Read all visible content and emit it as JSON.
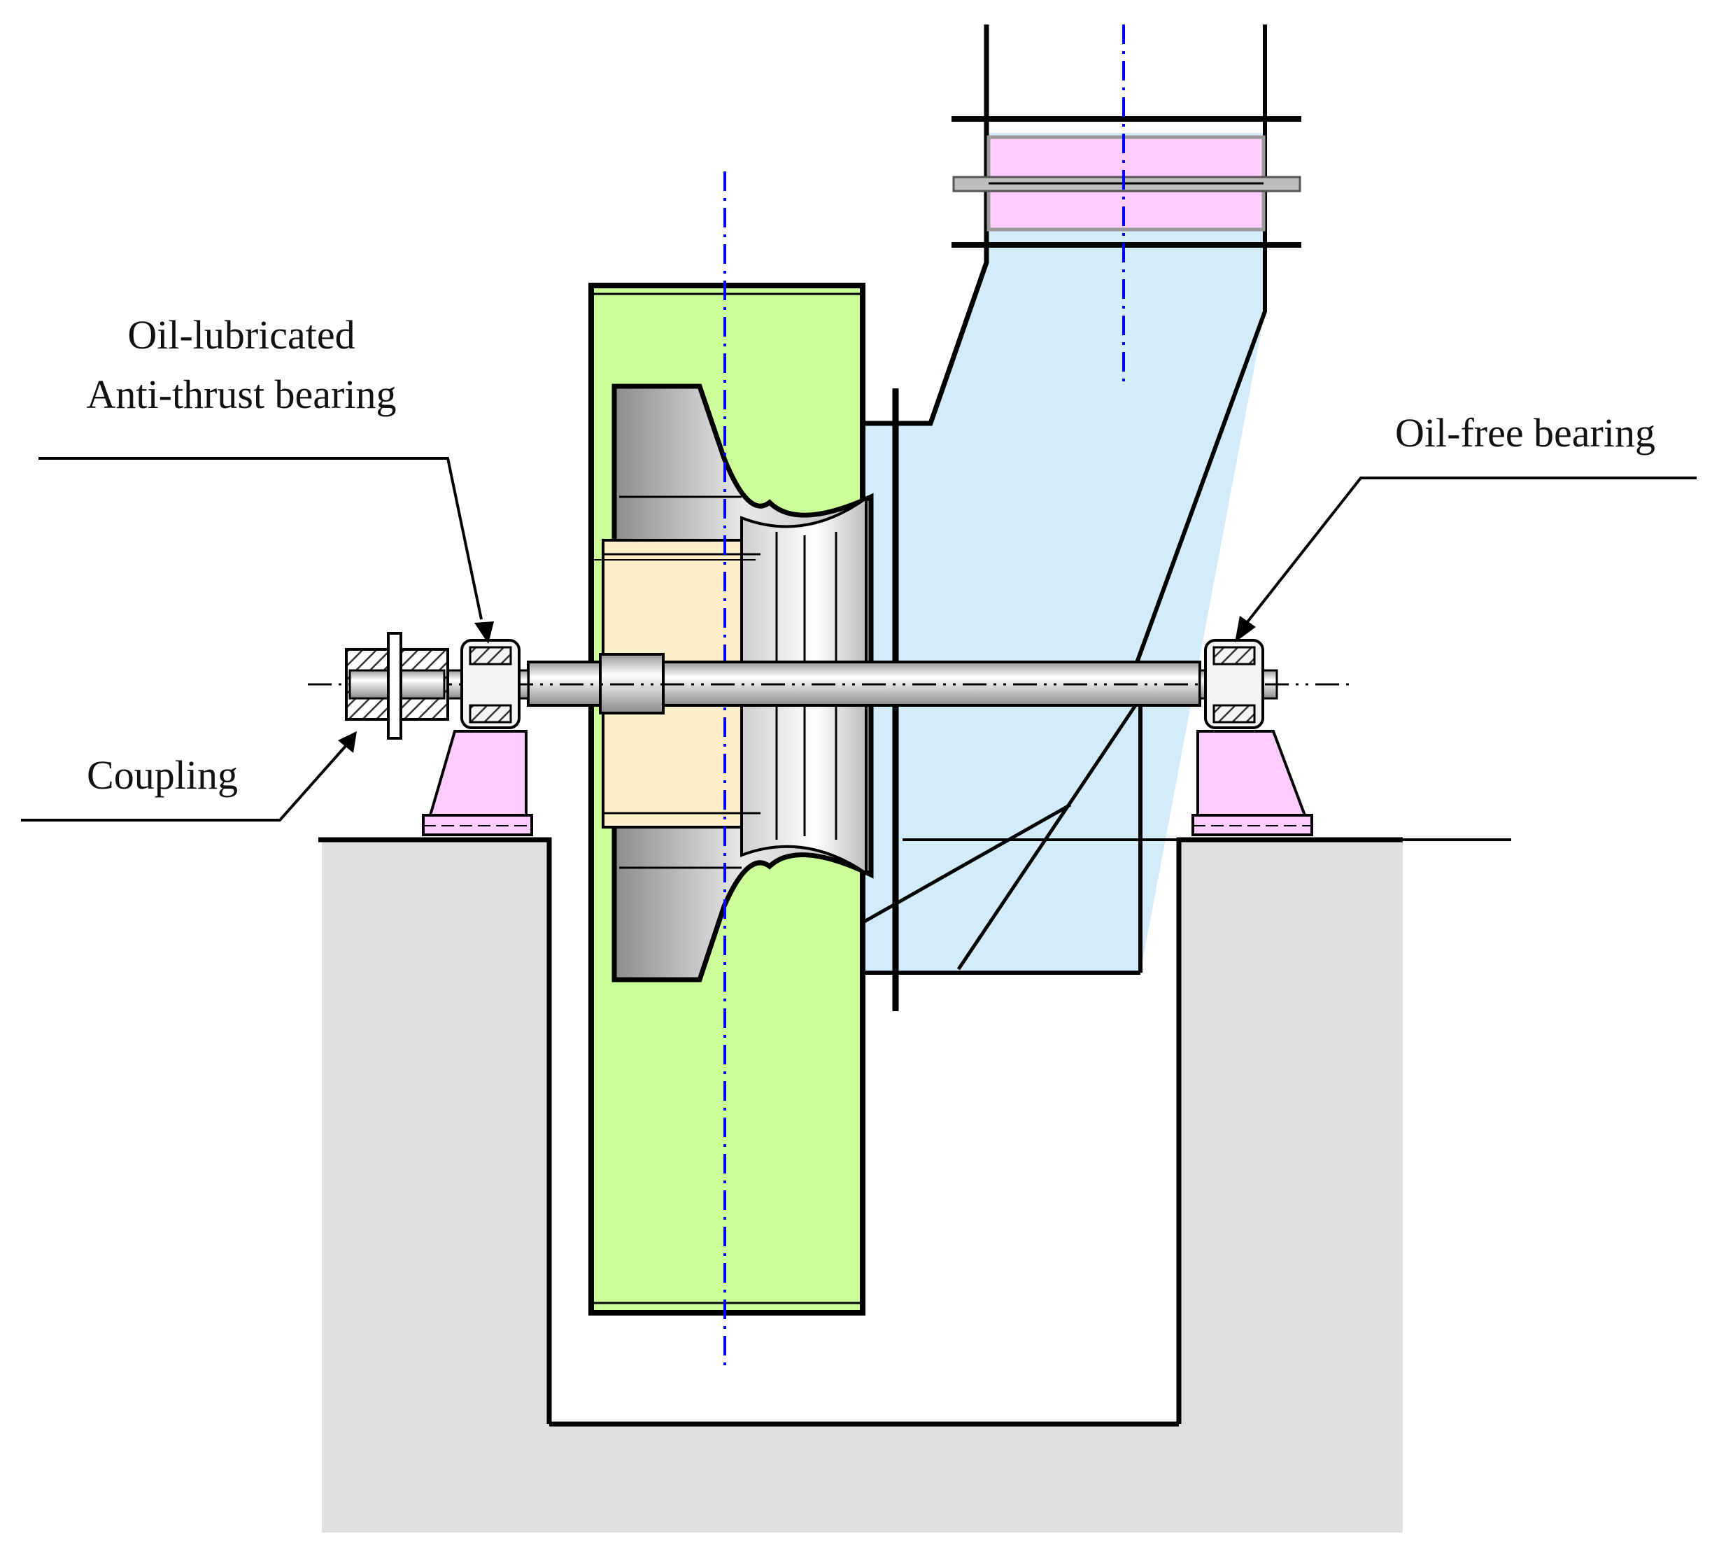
{
  "labels": {
    "oil_lubricated_line1": "Oil-lubricated",
    "oil_lubricated_line2": "Anti-thrust bearing",
    "oil_free": "Oil-free bearing",
    "coupling": "Coupling"
  },
  "colors": {
    "line": "#000000",
    "centerline": "#0000ff",
    "impeller_housing": "#ccff99",
    "duct": "#d4ecf9",
    "damper": "#ffccff",
    "hub": "#fdf0c8",
    "bearing_pedestal": "#ffccff",
    "concrete": "#dddddd",
    "shaft": "#d9d9d9"
  }
}
